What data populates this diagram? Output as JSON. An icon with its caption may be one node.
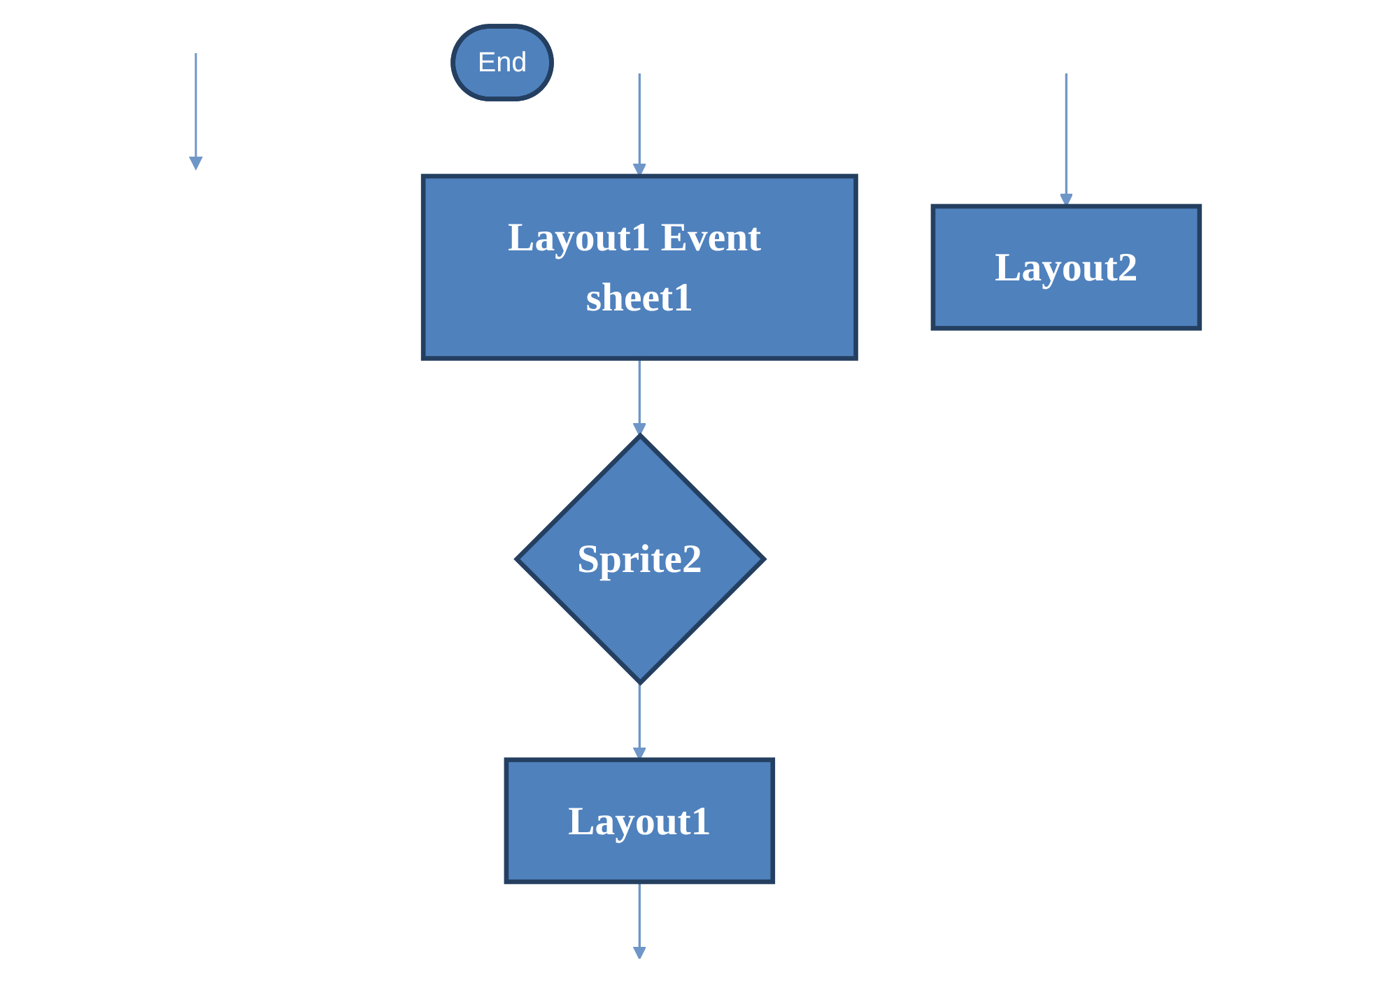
{
  "diagram": {
    "nodes": [
      {
        "text": [
          "End"
        ]
      },
      {
        "text": [
          "Layout1 Event sheet1"
        ]
      },
      {
        "text": [
          "Sprite2"
        ]
      },
      {
        "text": [
          "Layout2"
        ]
      },
      {
        "text": [
          "Layout1"
        ]
      }
    ],
    "edges": [
      {
        "from": null,
        "to": 1,
        "arrow": "to"
      },
      {
        "from": 1,
        "to": 2,
        "arrow": "to"
      },
      {
        "from": null,
        "to": 3,
        "arrow": "to"
      },
      {
        "from": 2,
        "to": 4,
        "arrow": "to"
      },
      {
        "from": 4,
        "to": null,
        "arrow": "to"
      }
    ]
  }
}
